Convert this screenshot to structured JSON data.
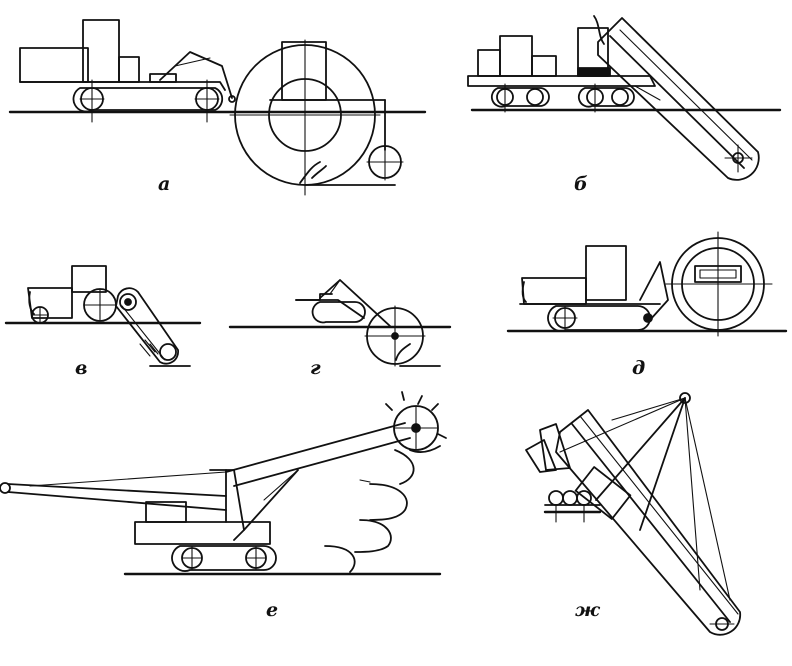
{
  "figure": {
    "panels": [
      {
        "id": "a",
        "label": "а"
      },
      {
        "id": "b",
        "label": "б"
      },
      {
        "id": "v",
        "label": "в"
      },
      {
        "id": "g",
        "label": "г"
      },
      {
        "id": "d",
        "label": "д"
      },
      {
        "id": "e",
        "label": "е"
      },
      {
        "id": "zh",
        "label": "ж"
      }
    ]
  },
  "colors": {
    "ink": "#111111",
    "background": "#ffffff"
  }
}
